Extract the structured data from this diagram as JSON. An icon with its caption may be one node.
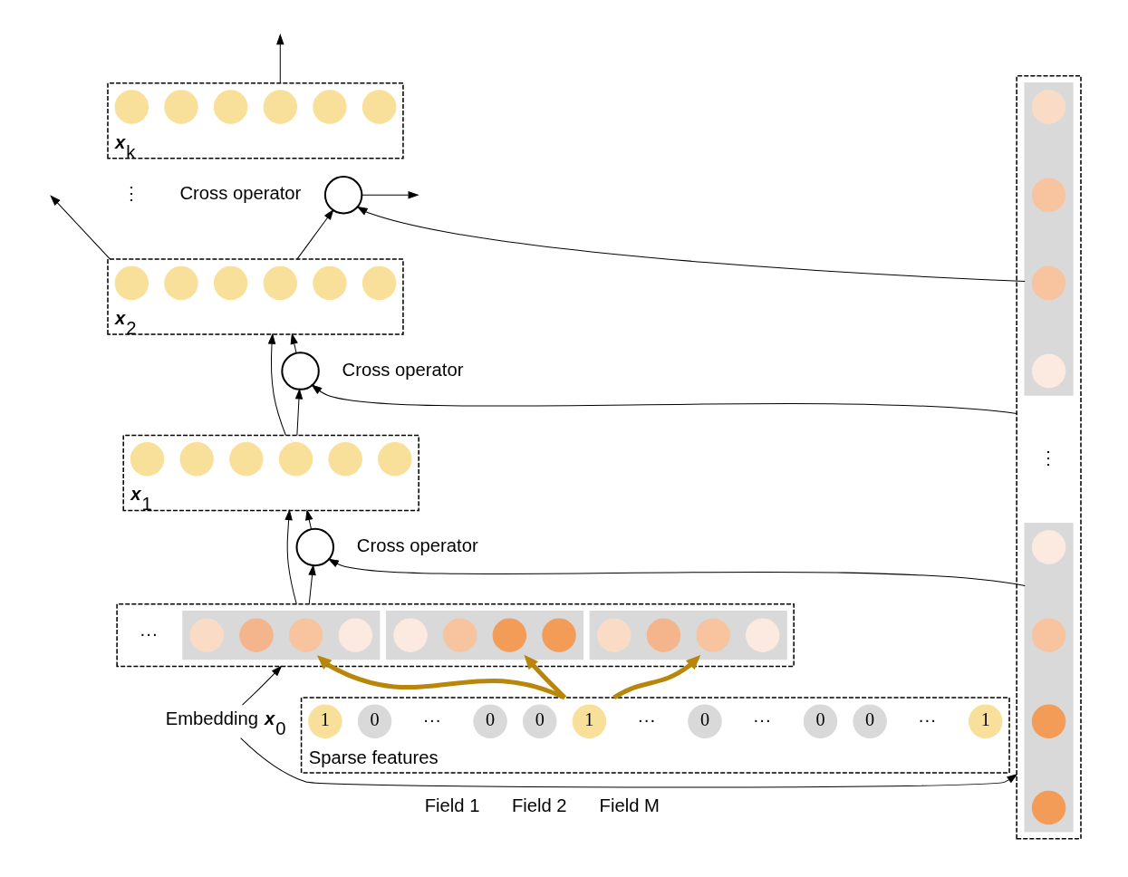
{
  "diagram": {
    "nodes": [
      {
        "text": [
          "**x**$_{k}$"
        ]
      },
      {
        "text": [],
        "shape": "circle",
        "in": 0
      },
      {
        "text": [],
        "shape": "circle",
        "in": 0
      },
      {
        "text": [],
        "shape": "circle",
        "in": 0
      },
      {
        "text": [],
        "shape": "circle",
        "in": 0
      },
      {
        "text": [],
        "shape": "circle",
        "in": 0
      },
      {
        "text": [],
        "shape": "circle",
        "in": 0
      },
      {
        "text": [],
        "shape": "box"
      },
      {
        "text": [],
        "shape": "box",
        "in": 7
      },
      {
        "text": [],
        "shape": "circle",
        "in": 8
      },
      {
        "text": [],
        "shape": "circle",
        "in": 8
      },
      {
        "text": [],
        "shape": "circle",
        "in": 8
      },
      {
        "text": [],
        "shape": "circle",
        "in": 8
      },
      {
        "text": [],
        "shape": "box",
        "in": 7
      },
      {
        "text": [],
        "shape": "circle",
        "in": 13
      },
      {
        "text": [],
        "shape": "circle",
        "in": 13
      },
      {
        "text": [],
        "shape": "circle",
        "in": 13
      },
      {
        "text": [],
        "shape": "circle",
        "in": 13
      },
      {
        "text": [],
        "shape": "circle",
        "beside": [
          "Cross operator"
        ]
      },
      {
        "text": [
          "**x**$_{2}$"
        ]
      },
      {
        "text": [],
        "shape": "circle",
        "in": 19
      },
      {
        "text": [],
        "shape": "circle",
        "in": 19
      },
      {
        "text": [],
        "shape": "circle",
        "in": 19
      },
      {
        "text": [],
        "shape": "circle",
        "in": 19
      },
      {
        "text": [],
        "shape": "circle",
        "in": 19
      },
      {
        "text": [],
        "shape": "circle",
        "in": 19
      },
      {
        "text": [],
        "shape": "circle",
        "beside": [
          "Cross operator"
        ]
      },
      {
        "text": [
          "**x**$_{1}$"
        ]
      },
      {
        "text": [],
        "shape": "circle",
        "in": 27
      },
      {
        "text": [],
        "shape": "circle",
        "in": 27
      },
      {
        "text": [],
        "shape": "circle",
        "in": 27
      },
      {
        "text": [],
        "shape": "circle",
        "in": 27
      },
      {
        "text": [],
        "shape": "circle",
        "in": 27
      },
      {
        "text": [],
        "shape": "circle",
        "in": 27
      },
      {
        "text": [],
        "shape": "circle",
        "beside": [
          "Cross operator"
        ]
      },
      {
        "text": [],
        "shape": "box"
      },
      {
        "text": [],
        "shape": "box",
        "in": 35
      },
      {
        "text": [],
        "shape": "circle",
        "in": 36
      },
      {
        "text": [],
        "shape": "circle",
        "in": 36
      },
      {
        "text": [],
        "shape": "circle",
        "in": 36
      },
      {
        "text": [],
        "shape": "circle",
        "in": 36
      },
      {
        "text": [],
        "shape": "box",
        "in": 35
      },
      {
        "text": [],
        "shape": "circle",
        "in": 41
      },
      {
        "text": [],
        "shape": "circle",
        "in": 41
      },
      {
        "text": [],
        "shape": "circle",
        "in": 41
      },
      {
        "text": [],
        "shape": "circle",
        "in": 41
      },
      {
        "text": [],
        "shape": "box",
        "in": 35
      },
      {
        "text": [],
        "shape": "circle",
        "in": 46
      },
      {
        "text": [],
        "shape": "circle",
        "in": 46
      },
      {
        "text": [],
        "shape": "circle",
        "in": 46
      },
      {
        "text": [],
        "shape": "circle",
        "in": 46
      },
      {
        "text": [
          "Embedding **x**$_{0}$"
        ]
      },
      {
        "text": [
          "Sparse features"
        ]
      },
      {
        "text": [
          "1"
        ],
        "in": 52
      },
      {
        "text": [
          "0"
        ],
        "in": 52
      },
      {
        "text": [
          "0"
        ],
        "in": 52
      },
      {
        "text": [
          "0"
        ],
        "in": 52
      },
      {
        "text": [
          "1"
        ],
        "in": 52
      },
      {
        "text": [
          "0"
        ],
        "in": 52
      },
      {
        "text": [
          "0"
        ],
        "in": 52
      },
      {
        "text": [
          "0"
        ],
        "in": 52
      },
      {
        "text": [
          "1"
        ],
        "in": 52
      }
    ],
    "edges": [
      {
        "from": 52,
        "to": 36,
        "arrow": "to",
        "style": "thick",
        "color": "#b8860b"
      },
      {
        "from": 52,
        "to": 41,
        "arrow": "to",
        "style": "thick",
        "color": "#b8860b"
      },
      {
        "from": 52,
        "to": 46,
        "arrow": "to",
        "style": "thick",
        "color": "#b8860b"
      },
      {
        "from": 51,
        "to": 35,
        "arrow": "to"
      },
      {
        "from": 51,
        "to": 7,
        "arrow": "to"
      },
      {
        "from": 35,
        "to": 27,
        "arrow": "to"
      },
      {
        "from": 35,
        "to": 34,
        "arrow": "to"
      },
      {
        "from": 13,
        "to": 34,
        "arrow": "to"
      },
      {
        "from": 34,
        "to": 27,
        "arrow": "to"
      },
      {
        "from": 27,
        "to": 19,
        "arrow": "to"
      },
      {
        "from": 27,
        "to": 26,
        "arrow": "to"
      },
      {
        "from": 7,
        "to": 26,
        "arrow": "to"
      },
      {
        "from": 26,
        "to": 19,
        "arrow": "to"
      },
      {
        "from": 19,
        "to": null,
        "arrow": "to"
      },
      {
        "from": 19,
        "to": 18,
        "arrow": "to"
      },
      {
        "from": 8,
        "to": 18,
        "arrow": "to"
      },
      {
        "from": 18,
        "to": null,
        "arrow": "to"
      },
      {
        "from": 0,
        "to": null,
        "arrow": "to"
      }
    ],
    "labels": [
      "⋮",
      "⋮",
      "···",
      "···",
      "···",
      "···",
      "···",
      "Field 1",
      "Field 2",
      "Field M"
    ]
  }
}
